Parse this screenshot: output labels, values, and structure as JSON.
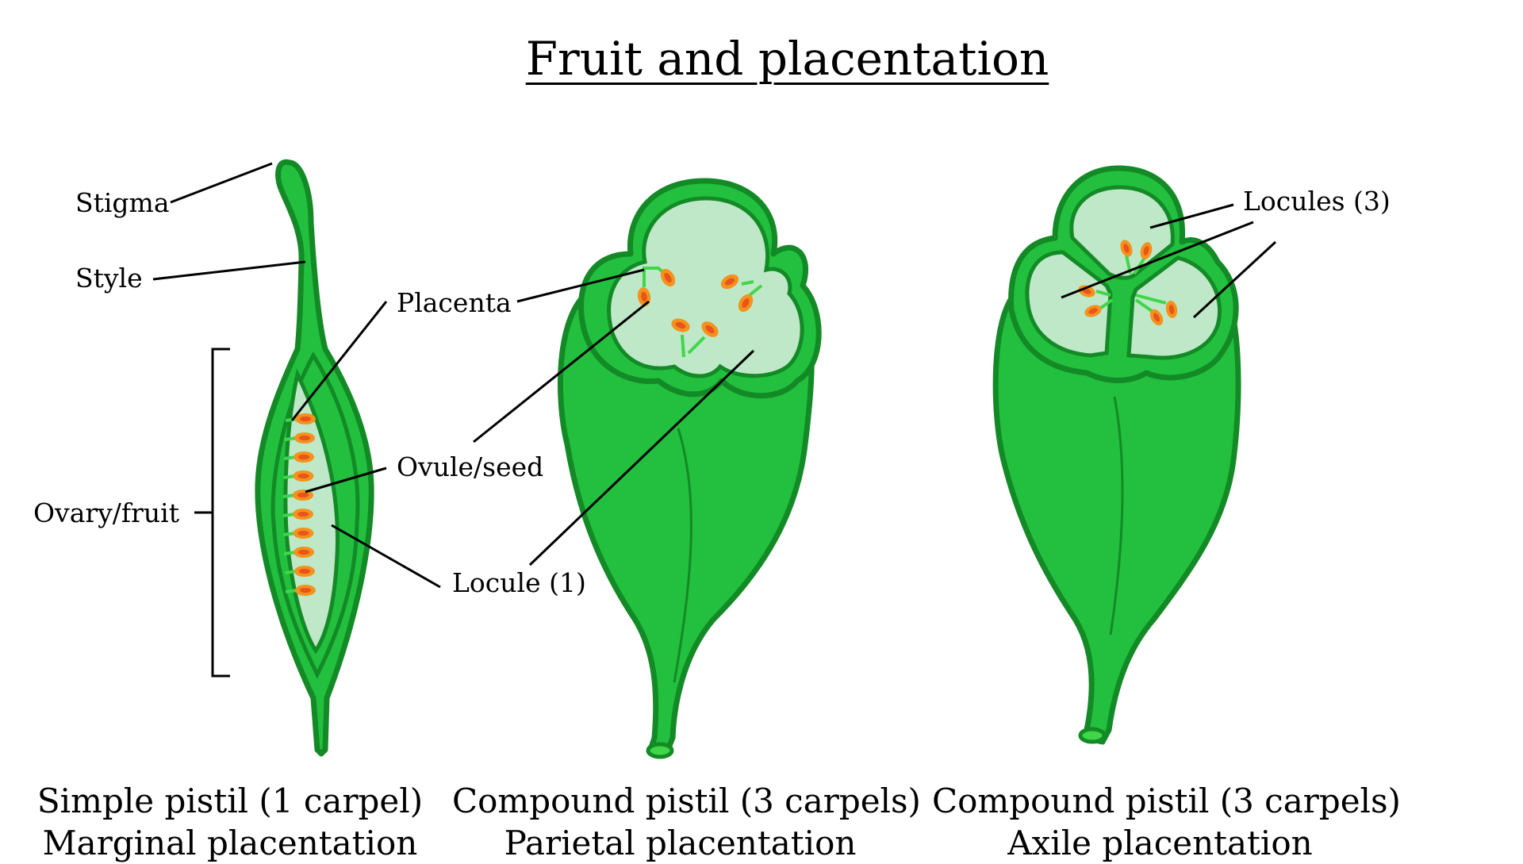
{
  "title": "Fruit and placentation",
  "labels": {
    "stigma": "Stigma",
    "style": "Style",
    "ovary_fruit": "Ovary/fruit",
    "placenta": "Placenta",
    "ovule_seed": "Ovule/seed",
    "locule_1": "Locule (1)",
    "locules_3": "Locules (3)"
  },
  "captions": [
    {
      "line1": "Simple pistil (1 carpel)",
      "line2": "Marginal placentation"
    },
    {
      "line1": "Compound pistil (3 carpels)",
      "line2": "Parietal placentation"
    },
    {
      "line1": "Compound pistil (3 carpels)",
      "line2": "Axile placentation"
    }
  ],
  "colors": {
    "fruit_green": "#22c03e",
    "outline_green": "#138a26",
    "locule_fill": "#bfe8c8",
    "ovule_orange": "#f4921c",
    "ovule_inner": "#e8541a",
    "placenta_green": "#3fd64a"
  }
}
